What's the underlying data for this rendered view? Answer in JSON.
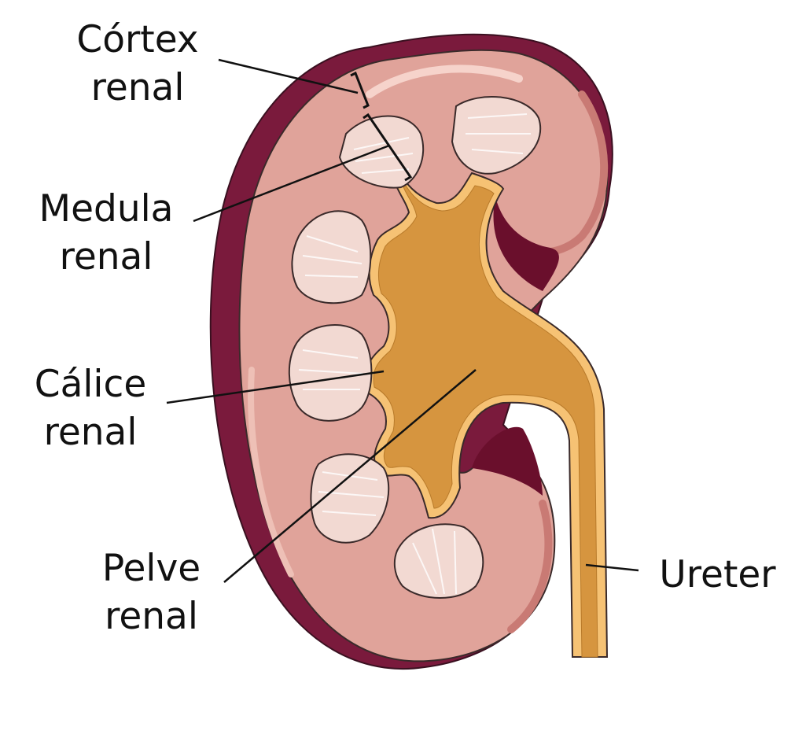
{
  "labels": {
    "cortex": {
      "line1": "Córtex",
      "line2": "renal"
    },
    "medula": {
      "line1": "Medula",
      "line2": "renal"
    },
    "calice": {
      "line1": "Cálice",
      "line2": "renal"
    },
    "pelve": {
      "line1": "Pelve",
      "line2": "renal"
    },
    "ureter": {
      "line1": "Ureter"
    }
  },
  "colors": {
    "capsule": "#7a1a3c",
    "cortex": "#e0a39a",
    "cortex_shadow": "#c97a74",
    "medulla_pyramid": "#f2d9d2",
    "pelvis": "#d6953f",
    "pelvis_rim": "#f6c274",
    "outline": "#3a2a2a",
    "leader_line": "#111111"
  }
}
